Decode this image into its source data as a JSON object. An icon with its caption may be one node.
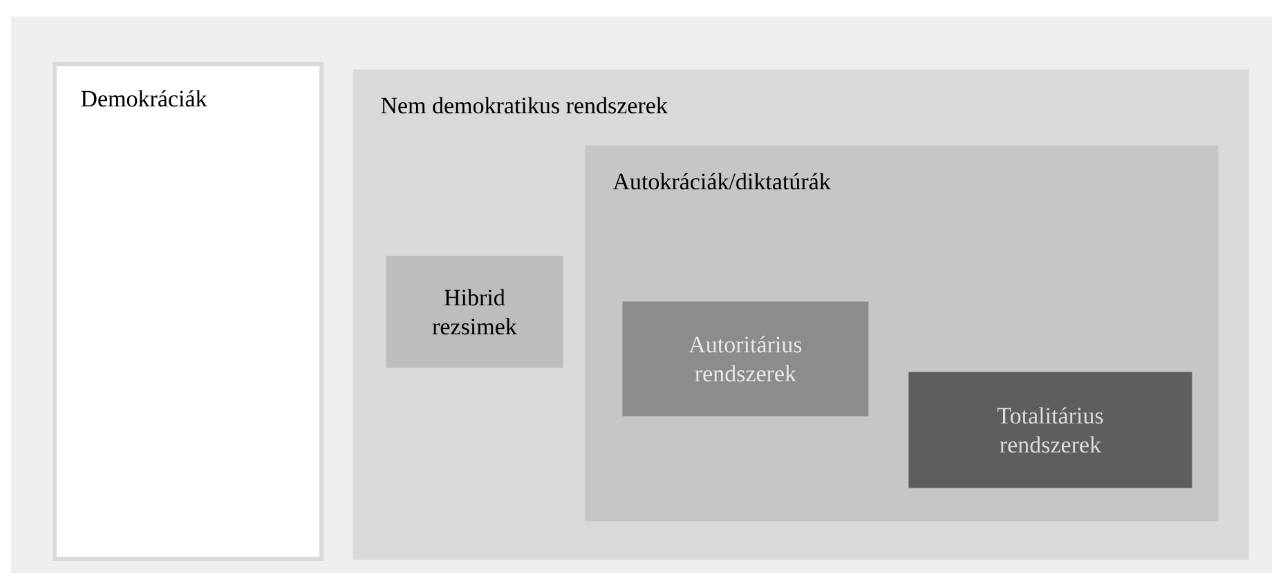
{
  "diagram": {
    "nodes": [
      {
        "text": [
          "Demokráciák"
        ]
      },
      {
        "text": [
          "Nem demokratikus rendszerek"
        ]
      },
      {
        "text": [
          "Autokráciák/diktatúrák"
        ],
        "in": 1
      },
      {
        "text": [
          "Hibrid rezsimek"
        ],
        "in": 1
      },
      {
        "text": [
          "Autoritárius rendszerek"
        ],
        "in": 2
      },
      {
        "text": [
          "Totalitárius rendszerek"
        ],
        "in": 2
      }
    ]
  }
}
